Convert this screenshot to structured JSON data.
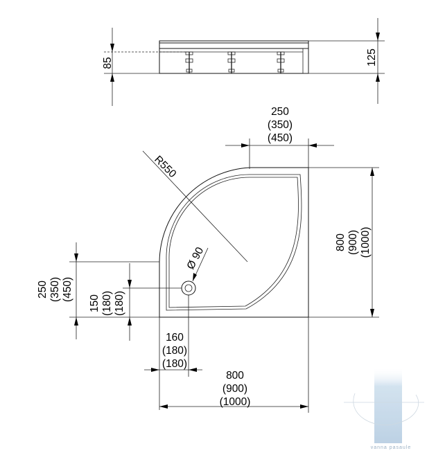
{
  "side_view": {
    "height_total": "125",
    "height_tray": "85"
  },
  "top_view": {
    "radius_label": "R550",
    "drain_label": "Ø 90",
    "top_offset": [
      "250",
      "(350)",
      "(450)"
    ],
    "right_height": [
      "800",
      "(900)",
      "(1000)"
    ],
    "left_offset": [
      "250",
      "(350)",
      "(450)"
    ],
    "drain_height": [
      "150",
      "(180)",
      "(180)"
    ],
    "drain_offset": [
      "160",
      "(180)",
      "(180)"
    ],
    "bottom_width": [
      "800",
      "(900)",
      "(1000)"
    ]
  },
  "logo": {
    "colors": {
      "bar": "#c8daea",
      "text": "#8fa7bd"
    },
    "text": "vanna pasaule"
  }
}
